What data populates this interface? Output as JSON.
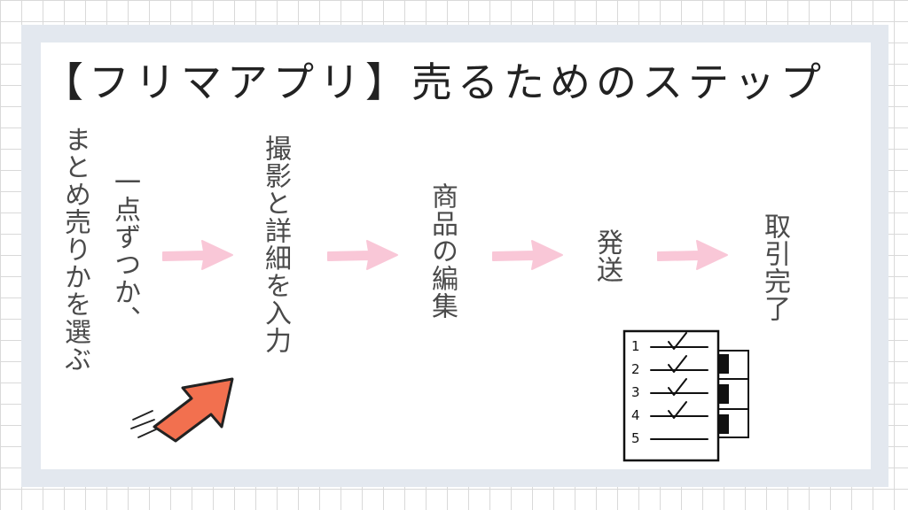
{
  "title": "【フリマアプリ】売るためのステップ",
  "steps": [
    {
      "line1": "まとめ売りかを選ぶ",
      "line2": "一点ずつか、"
    },
    {
      "label": "撮影と詳細を入力"
    },
    {
      "label": "商品の編集"
    },
    {
      "label": "発送"
    },
    {
      "label": "取引完了"
    }
  ],
  "checklist": {
    "numbers": [
      "1",
      "2",
      "3",
      "4",
      "5"
    ],
    "checked": [
      true,
      true,
      true,
      true,
      false
    ]
  },
  "colors": {
    "arrow": "#f9c7d7",
    "accent_arrow": "#f2704f",
    "frame": "#e3e8ef"
  },
  "icons": [
    "arrow-right-icon",
    "orange-arrow-icon",
    "checklist-icon"
  ]
}
